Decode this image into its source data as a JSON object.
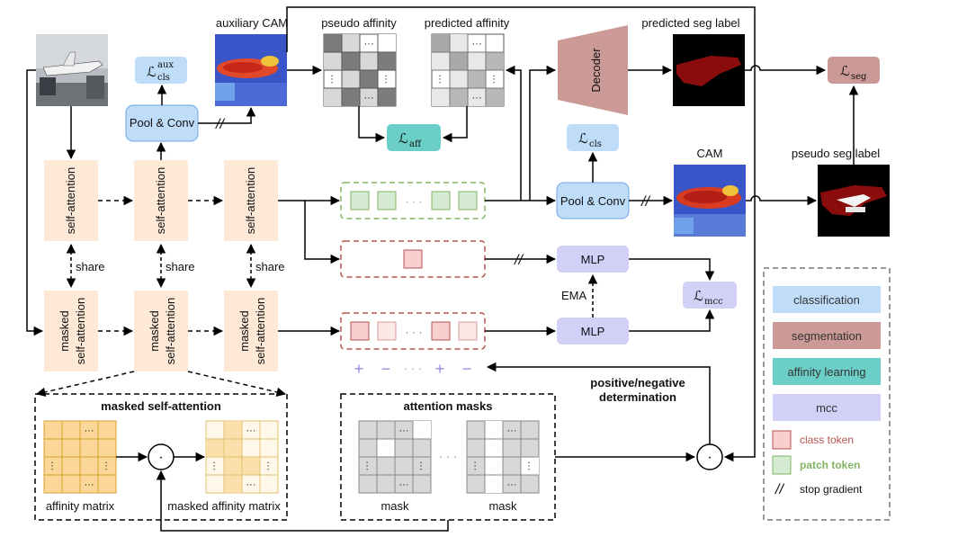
{
  "labels": {
    "auxiliary_cam": "auxiliary CAM",
    "pseudo_affinity": "pseudo affinity",
    "predicted_affinity": "predicted affinity",
    "predicted_seg_label": "predicted seg label",
    "cam": "CAM",
    "pseudo_seg_label": "pseudo seg label",
    "pool_conv_1": "Pool & Conv",
    "pool_conv_2": "Pool & Conv",
    "decoder": "Decoder",
    "mlp_top": "MLP",
    "mlp_bottom": "MLP",
    "ema": "EMA",
    "share_1": "share",
    "share_2": "share",
    "share_3": "share",
    "self_attention": "self-attention",
    "masked_line1": "masked",
    "masked_line2": "self-attention",
    "pos_neg_line1": "positive/negative",
    "pos_neg_line2": "determination",
    "masked_self_attention_title": "masked self-attention",
    "attention_masks_title": "attention masks",
    "affinity_matrix": "affinity matrix",
    "masked_affinity_matrix": "masked affinity matrix",
    "mask_1": "mask",
    "mask_2": "mask",
    "stop_grad_mark": "//",
    "dot_op": "·",
    "ellipsis": "· · ·"
  },
  "losses": {
    "cls_aux": {
      "main": "ℒ",
      "sub": "cls",
      "sup": "aux"
    },
    "aff": {
      "main": "ℒ",
      "sub": "aff"
    },
    "cls": {
      "main": "ℒ",
      "sub": "cls"
    },
    "mcc": {
      "main": "ℒ",
      "sub": "mcc"
    },
    "seg": {
      "main": "ℒ",
      "sub": "seg"
    }
  },
  "sign_row": {
    "signs": [
      "+",
      "−",
      "· · ·",
      "+",
      "−"
    ]
  },
  "legend": {
    "items": [
      {
        "label": "classification",
        "color": "#bfdcf9"
      },
      {
        "label": "segmentation",
        "color": "#cc9a96"
      },
      {
        "label": "affinity learning",
        "color": "#6ccfc7"
      },
      {
        "label": "mcc",
        "color": "#d1d0f6"
      },
      {
        "label": "class token",
        "color": "#f8cfcf"
      },
      {
        "label": "patch token",
        "color": "#d6ebd3"
      },
      {
        "label": "stop gradient",
        "mark": "//"
      }
    ]
  },
  "colors": {
    "classification": "#bfdcf9",
    "segmentation": "#cc9a96",
    "affinity": "#6ccfc7",
    "mcc": "#d1d0f6",
    "attention_block": "#fde9d6",
    "class_token": "#f8cfcf",
    "patch_token": "#d6ebd3",
    "class_token_text": "#b65450",
    "patch_token_text": "#82b366",
    "affinity_cell": "#fbd89a",
    "affinity_line": "#d6a22a"
  }
}
